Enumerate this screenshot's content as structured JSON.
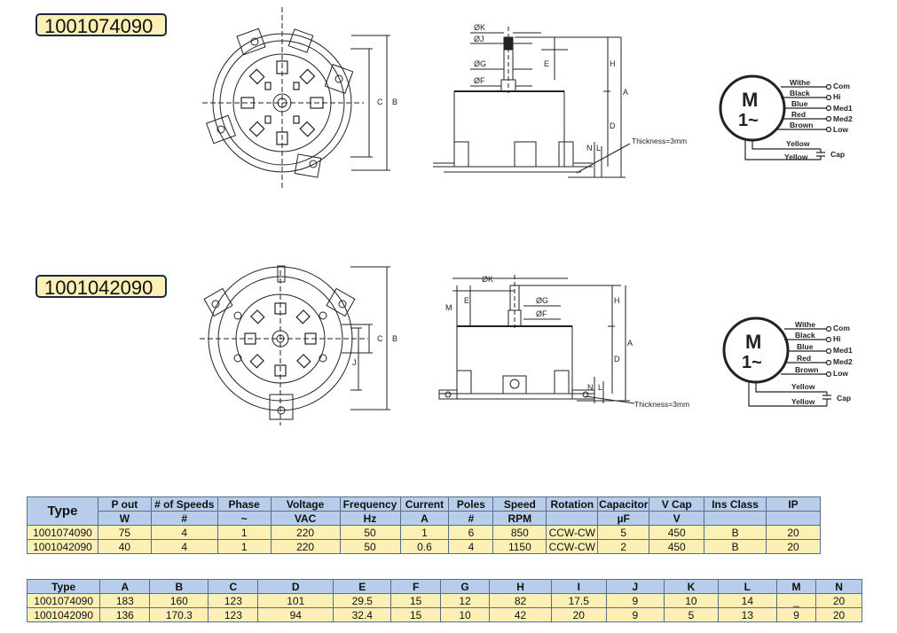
{
  "models": [
    {
      "code": "1001074090"
    },
    {
      "code": "1001042090"
    }
  ],
  "dims": {
    "phiK": "ØK",
    "phiJ": "ØJ",
    "phiG": "ØG",
    "phiF": "ØF",
    "A": "A",
    "B": "B",
    "C": "C",
    "D": "D",
    "E": "E",
    "H": "H",
    "J": "J",
    "L": "L",
    "M": "M",
    "N": "N",
    "thickness": "Thickness=3mm"
  },
  "wiring": {
    "motor_m": "M",
    "motor_phase": "1~",
    "wires": [
      "Withe",
      "Black",
      "Blue",
      "Red",
      "Brown",
      "Yellow",
      "Yellow"
    ],
    "terminals": [
      "Com",
      "Hi",
      "Med1",
      "Med2",
      "Low"
    ],
    "cap": "Cap"
  },
  "spec_table": {
    "type_label": "Type",
    "headers": [
      "P out",
      "# of Speeds",
      "Phase",
      "Voltage",
      "Frequency",
      "Current",
      "Poles",
      "Speed",
      "Rotation",
      "Capacitor",
      "V Cap",
      "Ins Class",
      "IP"
    ],
    "units": [
      "W",
      "#",
      "~",
      "VAC",
      "Hz",
      "A",
      "#",
      "RPM",
      "",
      "µF",
      "V",
      "",
      ""
    ],
    "rows": [
      [
        "1001074090",
        "75",
        "4",
        "1",
        "220",
        "50",
        "1",
        "6",
        "850",
        "CCW-CW",
        "5",
        "450",
        "B",
        "20"
      ],
      [
        "1001042090",
        "40",
        "4",
        "1",
        "220",
        "50",
        "0.6",
        "4",
        "1150",
        "CCW-CW",
        "2",
        "450",
        "B",
        "20"
      ]
    ]
  },
  "dim_table": {
    "headers": [
      "Type",
      "A",
      "B",
      "C",
      "D",
      "E",
      "F",
      "G",
      "H",
      "I",
      "J",
      "K",
      "L",
      "M",
      "N"
    ],
    "rows": [
      [
        "1001074090",
        "183",
        "160",
        "123",
        "101",
        "29.5",
        "15",
        "12",
        "82",
        "17.5",
        "9",
        "10",
        "14",
        "_",
        "20"
      ],
      [
        "1001042090",
        "136",
        "170.3",
        "123",
        "94",
        "32.4",
        "15",
        "10",
        "42",
        "20",
        "9",
        "5",
        "13",
        "9",
        "20"
      ]
    ]
  },
  "colors": {
    "badge_fill": "#fdf0b6",
    "header_fill": "#b7cdea",
    "cell_fill": "#fdf0b6",
    "line": "#222222"
  }
}
